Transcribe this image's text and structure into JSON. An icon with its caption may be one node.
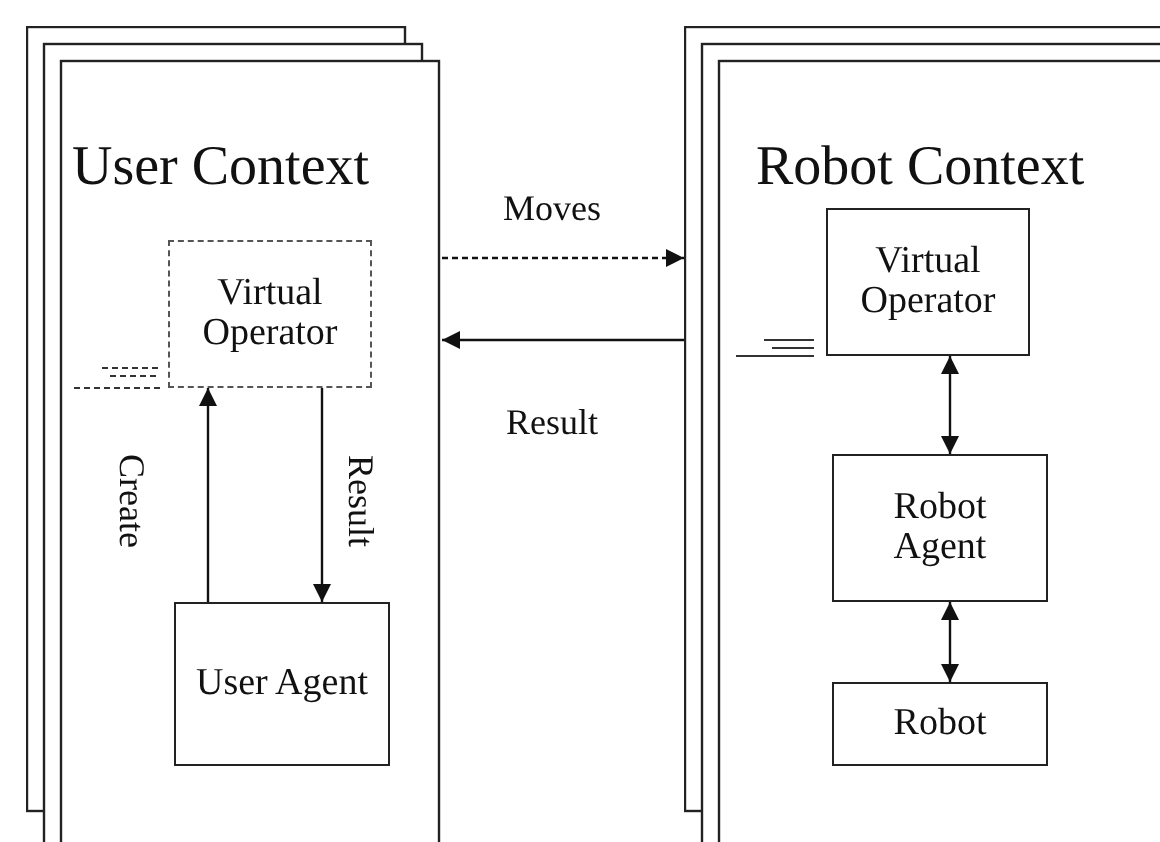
{
  "diagram": {
    "nodes": [
      {
        "text": [
          "User Context"
        ]
      },
      {
        "text": [
          "Virtual Operator"
        ],
        "in": 0
      },
      {
        "text": [
          "User Agent"
        ],
        "in": 0
      },
      {
        "text": [
          "Robot Context"
        ]
      },
      {
        "text": [
          "Virtual Operator"
        ],
        "in": 3
      },
      {
        "text": [
          "Robot Agent"
        ],
        "in": 3
      },
      {
        "text": [
          "Robot"
        ],
        "in": 3
      }
    ],
    "edges": [
      {
        "from": 2,
        "to": 1,
        "label": "Create",
        "arrow": "to"
      },
      {
        "from": 1,
        "to": 2,
        "label": "Result",
        "arrow": "to"
      },
      {
        "from": 0,
        "to": 3,
        "label": "Moves",
        "arrow": "to",
        "style": "dashed"
      },
      {
        "from": 3,
        "to": 0,
        "label": "Result",
        "arrow": "to"
      },
      {
        "from": 4,
        "to": 5,
        "arrow": "both"
      },
      {
        "from": 5,
        "to": 6,
        "arrow": "both"
      }
    ]
  }
}
